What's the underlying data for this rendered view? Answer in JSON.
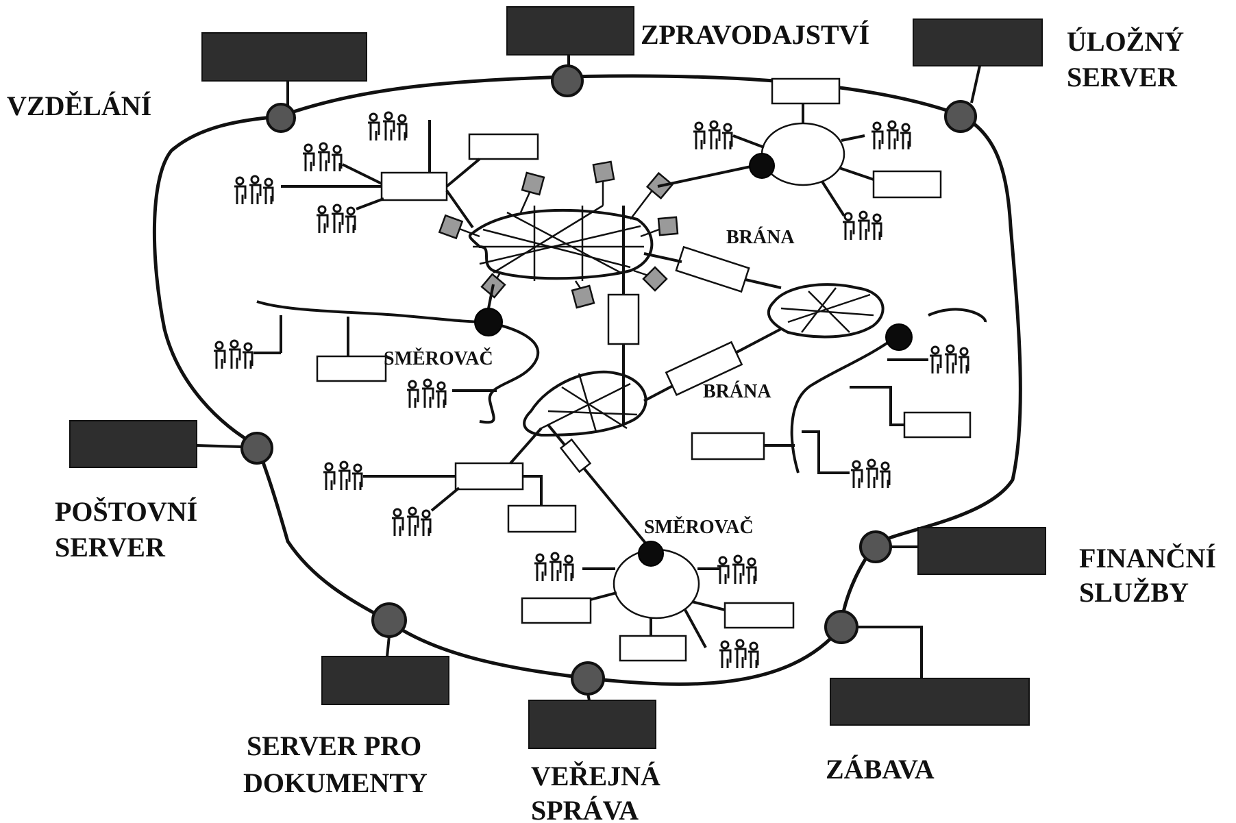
{
  "labels": {
    "vzdelani": "VZDĚLÁNÍ",
    "zpravodajstvi": "ZPRAVODAJSTVÍ",
    "ulozny_1": "ÚLOŽNÝ",
    "ulozny_2": "SERVER",
    "postovni_1": "POŠTOVNÍ",
    "postovni_2": "SERVER",
    "dokumenty_1": "SERVER PRO",
    "dokumenty_2": "DOKUMENTY",
    "verejna_1": "VEŘEJNÁ",
    "verejna_2": "SPRÁVA",
    "zabava": "ZÁBAVA",
    "financni_1": "FINANČNÍ",
    "financni_2": "SLUŽBY",
    "brana_top": "BRÁNA",
    "brana_mid": "BRÁNA",
    "smerovac_left": "SMĚROVAČ",
    "smerovac_bottom": "SMĚROVAČ"
  },
  "colors": {
    "line": "#111111",
    "server_box": "#2e2e2e",
    "ring_node": "#555555",
    "router_node": "#0b0b0b",
    "background": "#ffffff"
  },
  "icons": [
    "user-group-icon",
    "server-icon",
    "router-icon",
    "gateway-icon"
  ]
}
